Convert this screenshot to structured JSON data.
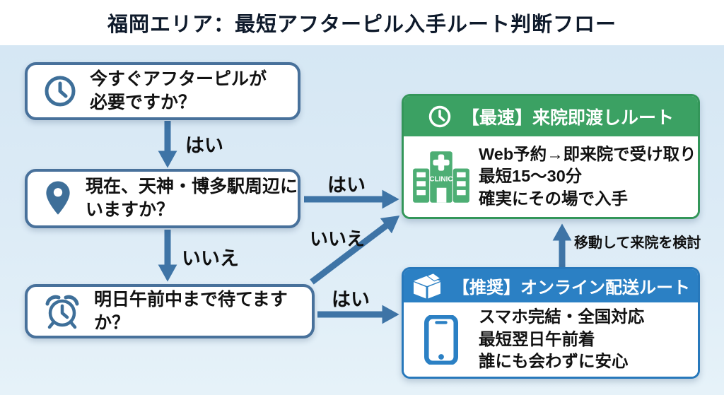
{
  "title": "福岡エリア：最短アフターピル入手ルート判断フロー",
  "questions": [
    {
      "id": "need-now",
      "icon": "clock-icon",
      "lines": [
        "今すぐアフターピルが",
        "必要ですか？"
      ]
    },
    {
      "id": "near-tenjin",
      "icon": "map-pin-icon",
      "lines": [
        "現在、天神・博多駅周辺に",
        "いますか？"
      ]
    },
    {
      "id": "can-wait",
      "icon": "alarm-clock-icon",
      "lines": [
        "明日午前中まで待てますか？"
      ]
    }
  ],
  "routes": {
    "fastest": {
      "header": "【最速】来院即渡しルート",
      "header_icon": "clock-icon",
      "body_icon": "hospital-icon",
      "building_label": "CLINIC",
      "lines": [
        "Web予約→即来院で受け取り",
        "最短15〜30分",
        "確実にその場で入手"
      ]
    },
    "online": {
      "header": "【推奨】オンライン配送ルート",
      "header_icon": "package-icon",
      "body_icon": "smartphone-icon",
      "lines": [
        "スマホ完結・全国対応",
        "最短翌日午前着",
        "誰にも会わずに安心"
      ]
    }
  },
  "edges": {
    "q1_yes": "はい",
    "q2_yes": "はい",
    "q2_no": "いいえ",
    "q3_no": "いいえ",
    "q3_yes": "はい",
    "online_to_clinic": "移動して来院を検討"
  },
  "colors": {
    "background": "#D9EAF6",
    "accent_green": "#3BA163",
    "accent_green_border": "#339659",
    "accent_blue": "#2B80C4",
    "accent_blue_border": "#2778BB",
    "arrow": "#3E74A6",
    "node_border": "#48719B",
    "icon_steel_blue": "#3E6F99",
    "hospital_green": "#4DAE74",
    "title_text": "#0E1A2B",
    "body_text": "#121212"
  }
}
